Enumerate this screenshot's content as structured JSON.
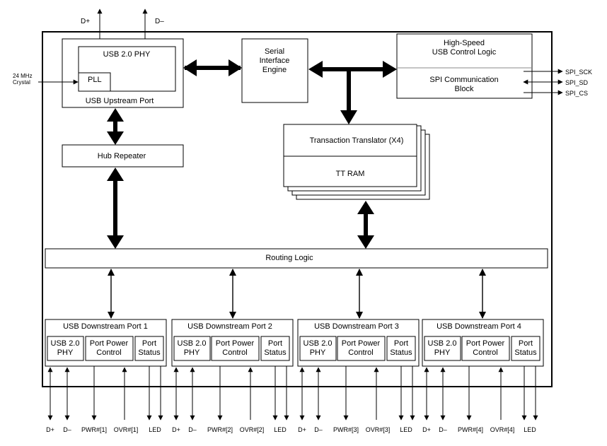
{
  "blocks": {
    "phy_title": "USB 2.0 PHY",
    "pll": "PLL",
    "upstream_port": "USB Upstream Port",
    "sie_line1": "Serial",
    "sie_line2": "Interface",
    "sie_line3": "Engine",
    "hs_line1": "High-Speed",
    "hs_line2": "USB Control Logic",
    "spi_line1": "SPI Communication",
    "spi_line2": "Block",
    "hub_repeater": "Hub Repeater",
    "tt": "Transaction Translator (X4)",
    "tt_ram": "TT RAM",
    "routing_logic": "Routing Logic"
  },
  "signals": {
    "top_dp": "D+",
    "top_dm": "D–",
    "crystal_line1": "24 MHz",
    "crystal_line2": "Crystal",
    "spi_sck": "SPI_SCK",
    "spi_sd": "SPI_SD",
    "spi_cs": "SPI_CS"
  },
  "ports": [
    {
      "title": "USB Downstream Port 1",
      "phy1": "USB 2.0",
      "phy2": "PHY",
      "ppc1": "Port Power",
      "ppc2": "Control",
      "ps1": "Port",
      "ps2": "Status",
      "pins": {
        "dp": "D+",
        "dm": "D–",
        "pwr": "PWR#[1]",
        "ovr": "OVR#[1]",
        "led": "LED"
      }
    },
    {
      "title": "USB Downstream Port 2",
      "phy1": "USB 2.0",
      "phy2": "PHY",
      "ppc1": "Port Power",
      "ppc2": "Control",
      "ps1": "Port",
      "ps2": "Status",
      "pins": {
        "dp": "D+",
        "dm": "D–",
        "pwr": "PWR#[2]",
        "ovr": "OVR#[2]",
        "led": "LED"
      }
    },
    {
      "title": "USB Downstream Port 3",
      "phy1": "USB 2.0",
      "phy2": "PHY",
      "ppc1": "Port Power",
      "ppc2": "Control",
      "ps1": "Port",
      "ps2": "Status",
      "pins": {
        "dp": "D+",
        "dm": "D–",
        "pwr": "PWR#[3]",
        "ovr": "OVR#[3]",
        "led": "LED"
      }
    },
    {
      "title": "USB Downstream Port 4",
      "phy1": "USB 2.0",
      "phy2": "PHY",
      "ppc1": "Port Power",
      "ppc2": "Control",
      "ps1": "Port",
      "ps2": "Status",
      "pins": {
        "dp": "D+",
        "dm": "D–",
        "pwr": "PWR#[4]",
        "ovr": "OVR#[4]",
        "led": "LED"
      }
    }
  ]
}
